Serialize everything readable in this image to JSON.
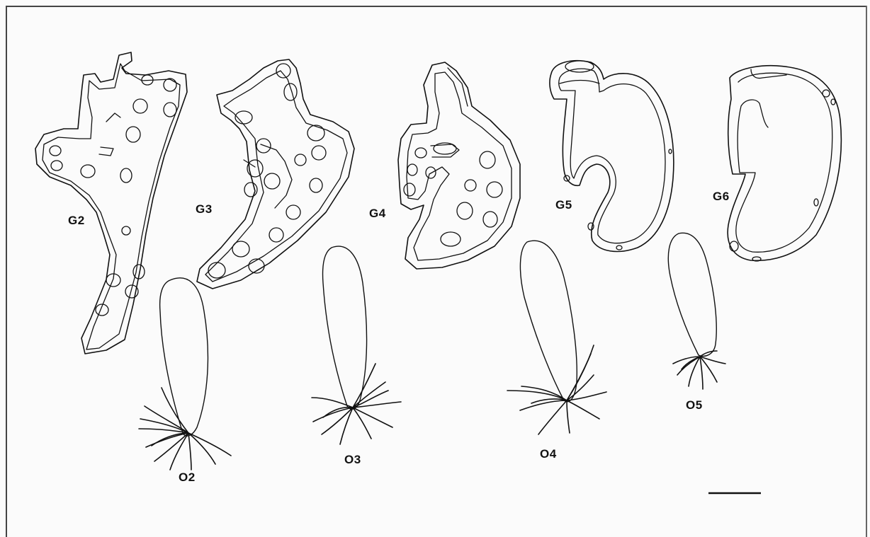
{
  "figure": {
    "gland_labels": [
      "G2",
      "G3",
      "G4",
      "G5",
      "G6"
    ],
    "ovary_labels": [
      "O2",
      "O3",
      "O4",
      "O5"
    ],
    "scale_bar_label": ""
  }
}
